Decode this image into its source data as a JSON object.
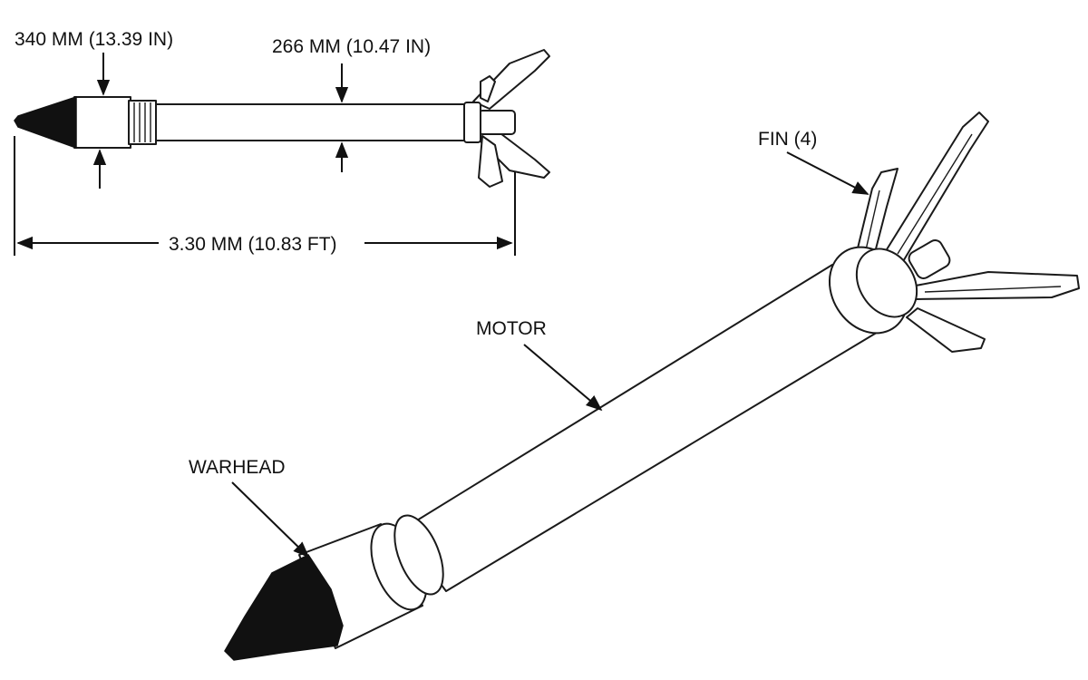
{
  "dimensions": {
    "warhead_diameter": "340 MM (13.39 IN)",
    "motor_diameter": "266 MM (10.47 IN)",
    "overall_length": "3.30 MM (10.83 FT)"
  },
  "callouts": {
    "fin": "FIN (4)",
    "motor": "MOTOR",
    "warhead": "WARHEAD"
  },
  "colors": {
    "ink": "#1a1a1a",
    "nose": "#111111",
    "background": "#ffffff"
  }
}
